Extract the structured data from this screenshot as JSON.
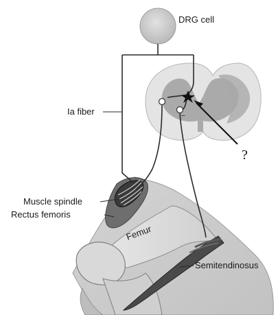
{
  "labels": {
    "drg_cell": "DRG cell",
    "ia_fiber": "Ia fiber",
    "question_mark": "?",
    "muscle_spindle": "Muscle spindle",
    "rectus_femoris": "Rectus femoris",
    "femur": "Femur",
    "semitendinosus": "Semitendinosus",
    "minus_sign": "–"
  }
}
